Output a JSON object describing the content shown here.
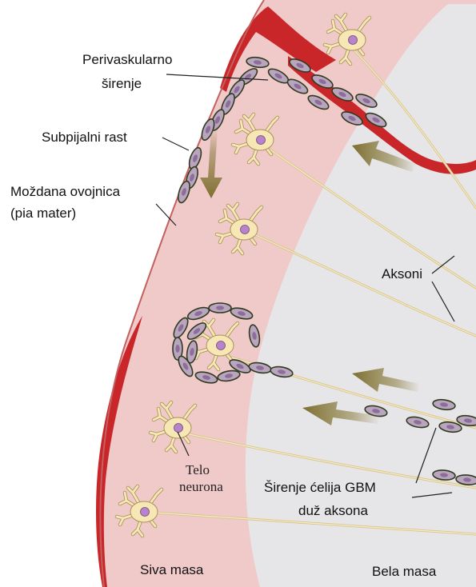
{
  "labels": {
    "perivascular_1": "Perivaskularno",
    "perivascular_2": "širenje",
    "subpial": "Subpijalni rast",
    "pia_1": "Moždana ovojnica",
    "pia_2": "(pia mater)",
    "axons": "Aksoni",
    "neuron_1": "Telo",
    "neuron_2": "neurona",
    "spread_1": "Širenje ćelija GBM",
    "spread_2": "duž aksona",
    "grey": "Siva masa",
    "white": "Bela masa"
  },
  "colors": {
    "grey_matter": "#f0c9c9",
    "white_matter": "#e6e6e8",
    "blood_vessel": "#c9262a",
    "neuron_body": "#f7e7b4",
    "neuron_nucleus": "#b784c9",
    "tumor_cell": "#b9a6be",
    "tumor_outline": "#2f3a1f",
    "arrow": "#8a7b3c"
  },
  "icons": {
    "neuron": "neuron-icon",
    "tumor_cell": "tumor-cell-icon",
    "migration_arrow": "migration-arrow-icon"
  }
}
